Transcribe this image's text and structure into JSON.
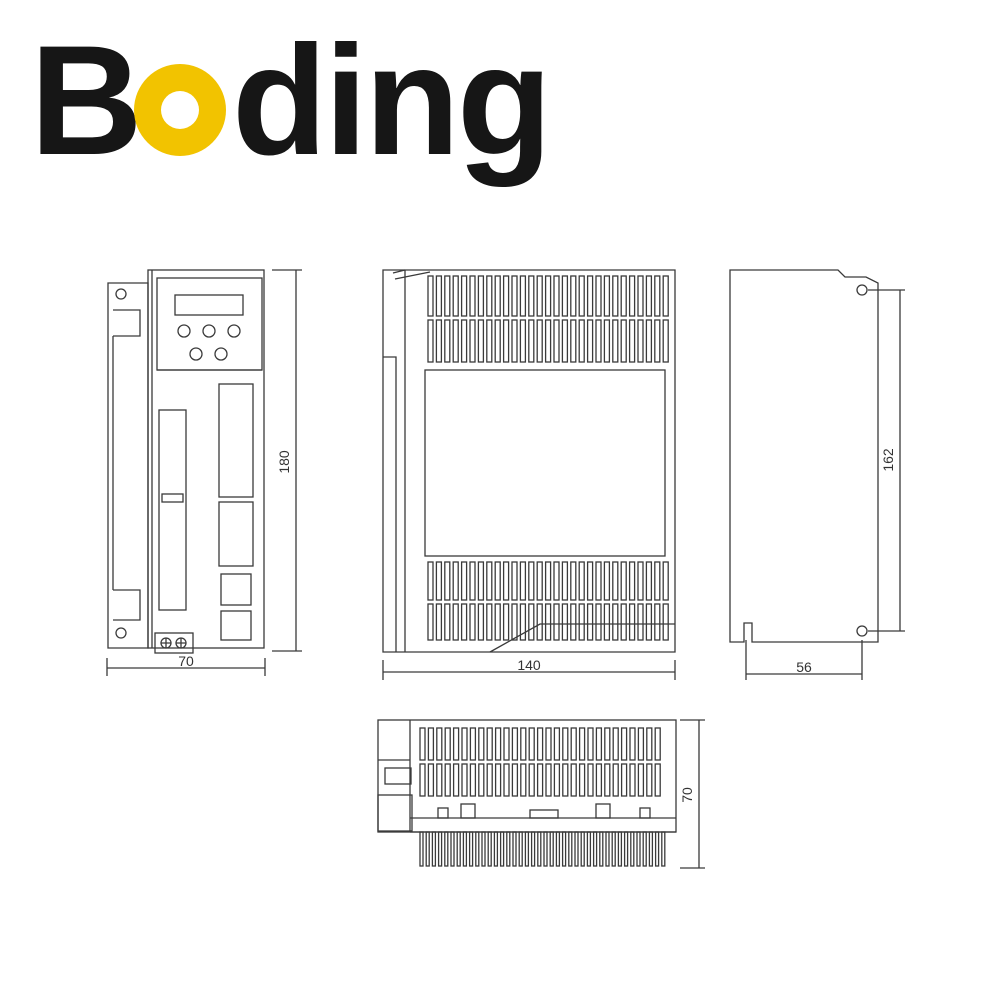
{
  "logo": {
    "text": "Boding",
    "first": "B",
    "accent": "o",
    "rest": "ding",
    "ink_color": "#161616",
    "accent_color": "#f2c300"
  },
  "dimensions": {
    "front_width": "70",
    "front_height": "180",
    "side_depth": "140",
    "back_hole_pitch": "162",
    "back_hole_spacing": "56",
    "bottom_height": "70"
  },
  "colors": {
    "line": "#3a3a3a",
    "background": "#ffffff"
  }
}
